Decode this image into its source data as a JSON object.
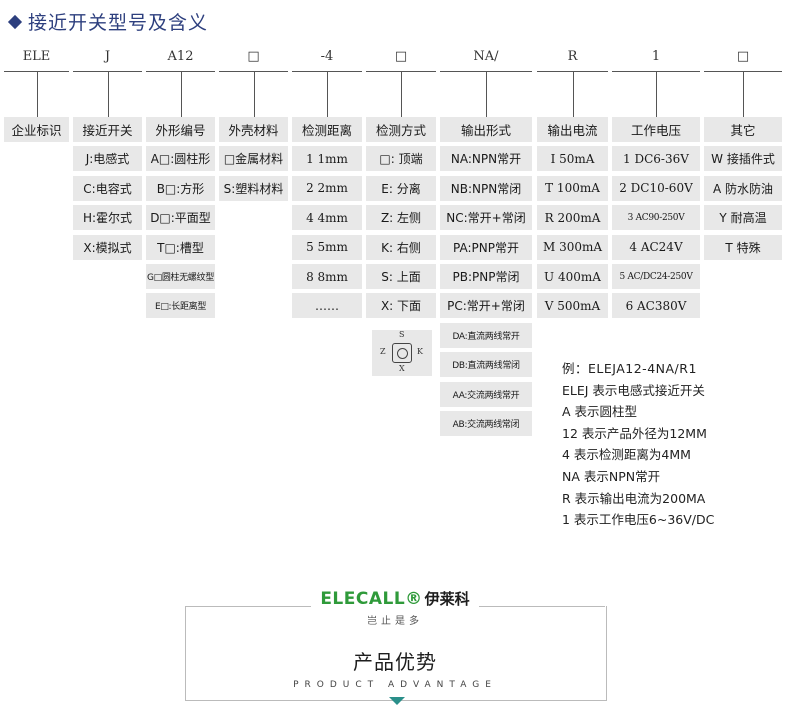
{
  "title": "接近开关型号及含义",
  "columns": [
    {
      "code": "ELE",
      "header": "企业标识",
      "items": []
    },
    {
      "code": "J",
      "header": "接近开关",
      "items": [
        "J:电感式",
        "C:电容式",
        "H:霍尔式",
        "X:模拟式"
      ]
    },
    {
      "code": "A12",
      "header": "外形编号",
      "items": [
        "A□:圆柱形",
        "B□:方形",
        "D□:平面型",
        "T□:槽型",
        "G□圆柱无螺纹型",
        "E□:长距离型"
      ]
    },
    {
      "code": "□",
      "header": "外壳材料",
      "items": [
        "□金属材料",
        "S:塑料材料"
      ]
    },
    {
      "code": "-4",
      "header": "检测距离",
      "items": [
        "1  1mm",
        "2  2mm",
        "4  4mm",
        "5  5mm",
        "8  8mm",
        "……"
      ]
    },
    {
      "code": "□",
      "header": "检测方式",
      "items": [
        "□: 顶端",
        "E: 分离",
        "Z: 左侧",
        "K: 右侧",
        "S: 上面",
        "X: 下面"
      ]
    },
    {
      "code": "NA/",
      "header": "输出形式",
      "items": [
        "NA:NPN常开",
        "NB:NPN常闭",
        "NC:常开+常闭",
        "PA:PNP常开",
        "PB:PNP常闭",
        "PC:常开+常闭",
        "DA:直流两线常开",
        "DB:直流两线常闭",
        "AA:交流两线常开",
        "AB:交流两线常闭"
      ]
    },
    {
      "code": "R",
      "header": "输出电流",
      "items": [
        "I 50mA",
        "T 100mA",
        "R 200mA",
        "M 300mA",
        "U 400mA",
        "V 500mA"
      ]
    },
    {
      "code": "1",
      "header": "工作电压",
      "items": [
        "1 DC6-36V",
        "2 DC10-60V",
        "3 AC90-250V",
        "4 AC24V",
        "5 AC/DC24-250V",
        "6 AC380V"
      ]
    },
    {
      "code": "□",
      "header": "其它",
      "items": [
        "W 接插件式",
        "A 防水防油",
        "Y 耐高温",
        "T 特殊"
      ]
    }
  ],
  "sensor_diagram": {
    "top": "S",
    "left": "Z",
    "right": "K",
    "bottom": "X"
  },
  "example": [
    "例：ELEJA12-4NA/R1",
    "ELEJ 表示电感式接近开关",
    "A 表示圆柱型",
    "12 表示产品外径为12MM",
    "4 表示检测距离为4MM",
    "NA 表示NPN常开",
    "R 表示输出电流为200MA",
    "1 表示工作电压6~36V/DC"
  ],
  "brand": {
    "logo": "ELECALL",
    "reg": "®",
    "cn": "伊莱科",
    "slogan": "岂止是多"
  },
  "advantage": {
    "title": "产品优势",
    "subtitle": "PRODUCT  ADVANTAGE"
  },
  "colors": {
    "title": "#2d3f7e",
    "logo": "#2f9a3a",
    "cell_bg": "#e8e8e8",
    "accent": "#2a8f8a"
  }
}
